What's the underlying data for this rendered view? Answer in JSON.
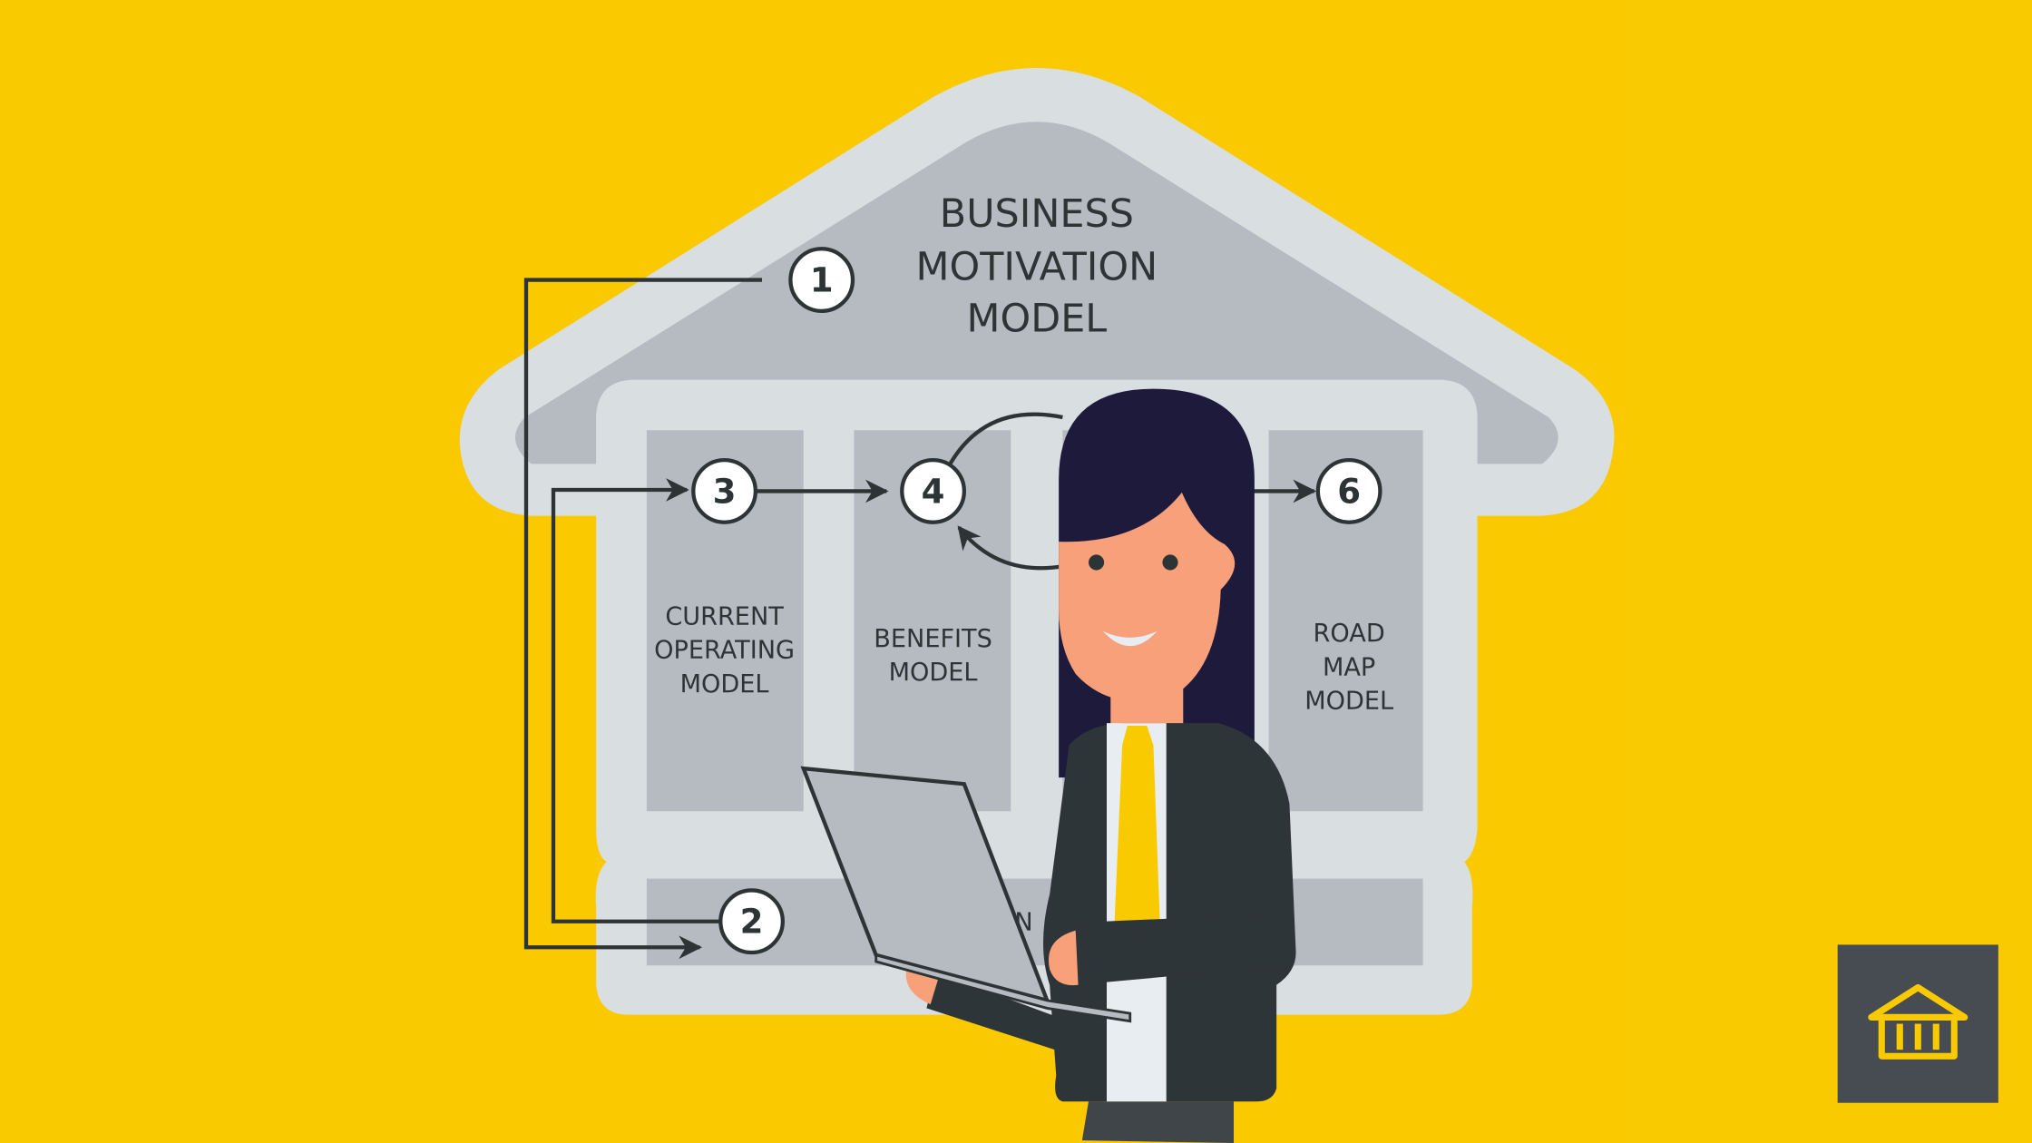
{
  "title": [
    "BUSINESS",
    "MOTIVATION",
    "MODEL"
  ],
  "steps": [
    "1",
    "2",
    "3",
    "4",
    "6"
  ],
  "columns": {
    "current": [
      "CURRENT",
      "OPERATING",
      "MODEL"
    ],
    "benefits": [
      "BENEFITS",
      "MODEL"
    ],
    "roadmap": [
      "ROAD",
      "MAP",
      "MODEL"
    ]
  },
  "base_partial_text": "N",
  "icons": {
    "corner": "bank-building-icon"
  },
  "colors": {
    "background": "#FACA00",
    "house_outer": "#D9DEE1",
    "house_inner": "#B5BBC1",
    "line": "#2D3436",
    "corner_box": "#474C52"
  }
}
